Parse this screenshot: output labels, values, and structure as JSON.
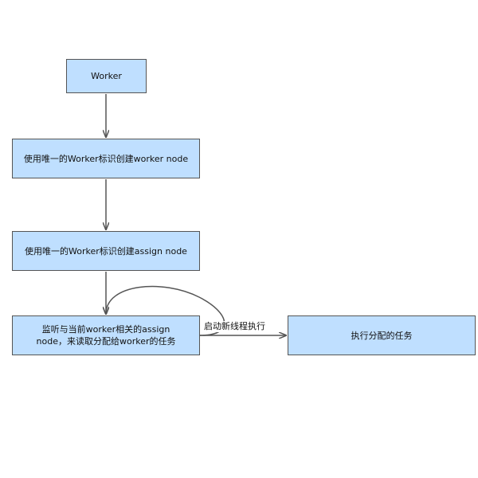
{
  "nodes": {
    "worker": "Worker",
    "create_worker_node": "使用唯一的Worker标识创建worker node",
    "create_assign_node": "使用唯一的Worker标识创建assign node",
    "listen_assign_node": "监听与当前worker相关的assign\nnode，来读取分配给worker的任务",
    "execute_task": "执行分配的任务"
  },
  "edges": {
    "start_thread_label": "启动新线程执行"
  },
  "colors": {
    "node_fill": "#bfdfff",
    "node_border": "#555555",
    "edge": "#555555"
  }
}
